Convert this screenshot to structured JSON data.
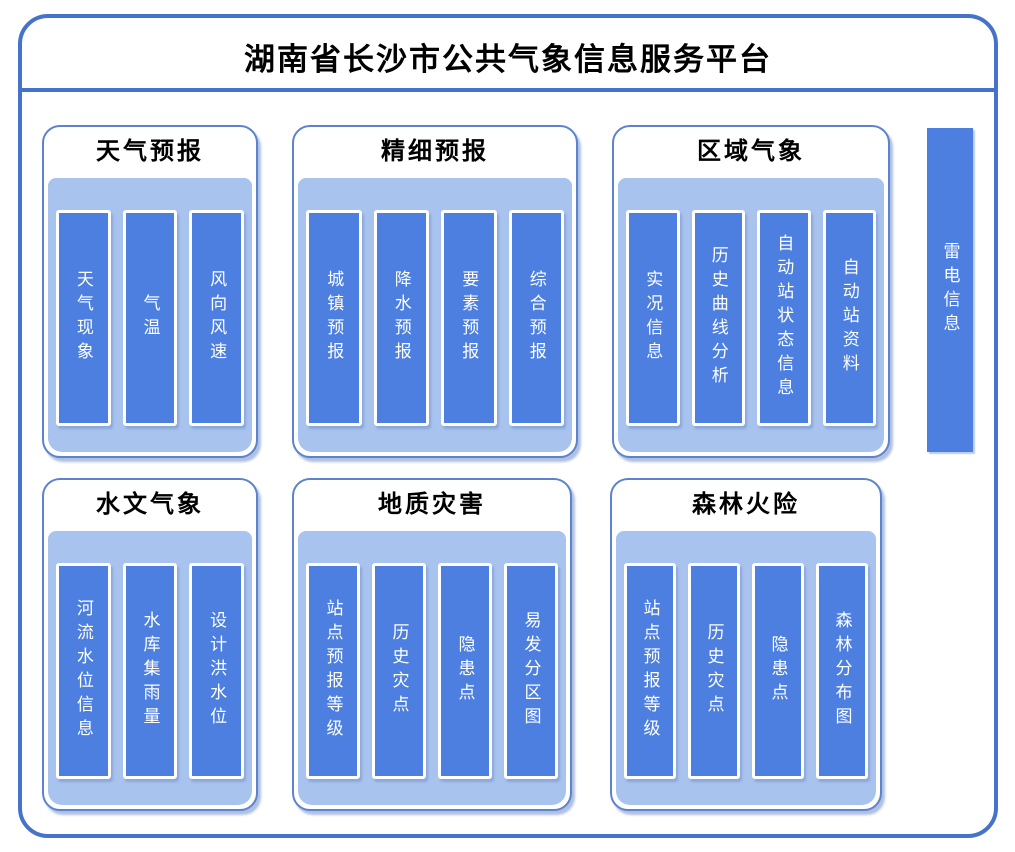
{
  "title": "湖南省长沙市公共气象信息服务平台",
  "colors": {
    "frame_border": "#4573C9",
    "panel_border": "#5B83CE",
    "panel_body": "#A9C3EF",
    "module_fill": "#4C7FE0",
    "module_text": "#FFFFFF",
    "title_text": "#000000"
  },
  "panels": [
    {
      "title": "天气预报",
      "items": [
        "天气现象",
        "气温",
        "风向风速"
      ]
    },
    {
      "title": "精细预报",
      "items": [
        "城镇预报",
        "降水预报",
        "要素预报",
        "综合预报"
      ]
    },
    {
      "title": "区域气象",
      "items": [
        "实况信息",
        "历史曲线分析",
        "自动站状态信息",
        "自动站资料"
      ]
    },
    {
      "title": "水文气象",
      "items": [
        "河流水位信息",
        "水库集雨量",
        "设计洪水位"
      ]
    },
    {
      "title": "地质灾害",
      "items": [
        "站点预报等级",
        "历史灾点",
        "隐患点",
        "易发分区图"
      ]
    },
    {
      "title": "森林火险",
      "items": [
        "站点预报等级",
        "历史灾点",
        "隐患点",
        "森林分布图"
      ]
    }
  ],
  "side_bar": {
    "label": "雷电信息"
  }
}
